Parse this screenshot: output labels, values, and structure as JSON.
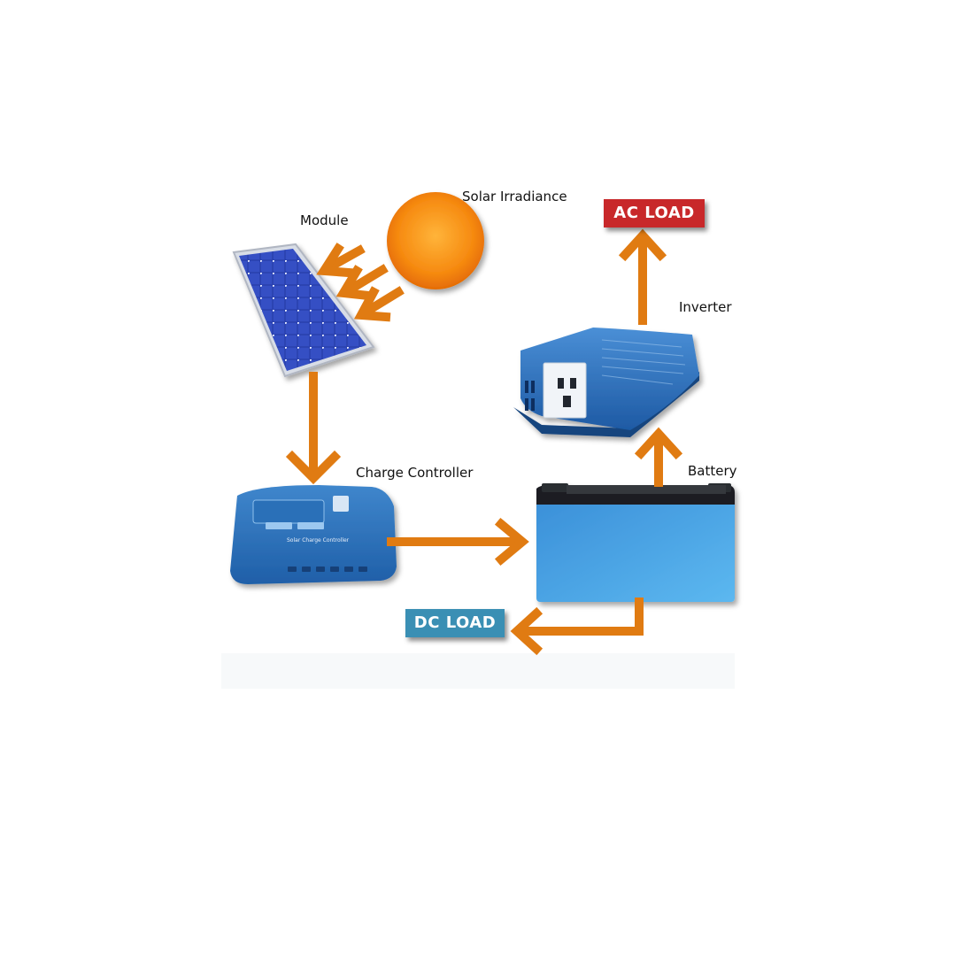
{
  "labels": {
    "module": "Module",
    "solar_irradiance": "Solar Irradiance",
    "inverter": "Inverter",
    "charge_controller": "Charge Controller",
    "battery": "Battery"
  },
  "loads": {
    "ac_load": "AC LOAD",
    "dc_load": "DC LOAD"
  },
  "device_text": {
    "controller_panel": "Solar Charge Controller"
  },
  "colors": {
    "arrow": "#e07b12",
    "ac_load_bg": "#c8282a",
    "dc_load_bg": "#3a8fb4",
    "sun": "#f68a10",
    "panel": "#2a3fae",
    "device_blue": "#2f6fb8",
    "battery_blue": "#4aa6e6"
  },
  "icons": [
    "sun-icon",
    "solar-panel-icon",
    "charge-controller-icon",
    "battery-icon",
    "inverter-icon"
  ]
}
